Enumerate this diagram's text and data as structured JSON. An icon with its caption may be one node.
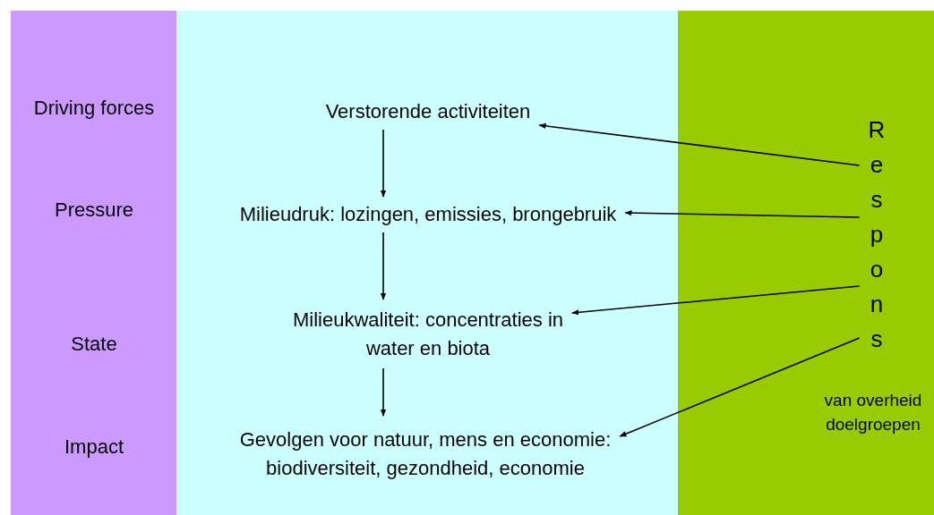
{
  "diagram": {
    "nodes": [
      {
        "text": [
          "Driving forces",
          "Pressure",
          "State",
          "Impact"
        ]
      },
      {
        "text": [],
        "shape": "box"
      },
      {
        "text": [
          "Verstorende activiteiten"
        ],
        "in": 1
      },
      {
        "text": [
          "Milieudruk: lozingen, emissies, brongebruik"
        ],
        "in": 1
      },
      {
        "text": [
          "Milieukwaliteit: concentraties in water en biota"
        ],
        "in": 1
      },
      {
        "text": [
          "Gevolgen voor natuur, mens en economie: biodiversiteit, gezondheid, economie"
        ],
        "in": 1
      },
      {
        "text": [],
        "shape": "box"
      },
      {
        "text": [
          "Respons"
        ],
        "in": 6
      },
      {
        "text": [
          "van overheid doelgroepen"
        ],
        "in": 6
      }
    ],
    "edges": [
      {
        "from": 2,
        "to": 3,
        "arrow": "to"
      },
      {
        "from": 3,
        "to": 4,
        "arrow": "to"
      },
      {
        "from": 4,
        "to": 5,
        "arrow": "to"
      },
      {
        "from": 7,
        "to": 2,
        "arrow": "to"
      },
      {
        "from": 7,
        "to": 3,
        "arrow": "to"
      },
      {
        "from": 7,
        "to": 4,
        "arrow": "to"
      },
      {
        "from": 7,
        "to": 5,
        "arrow": "to"
      }
    ]
  }
}
